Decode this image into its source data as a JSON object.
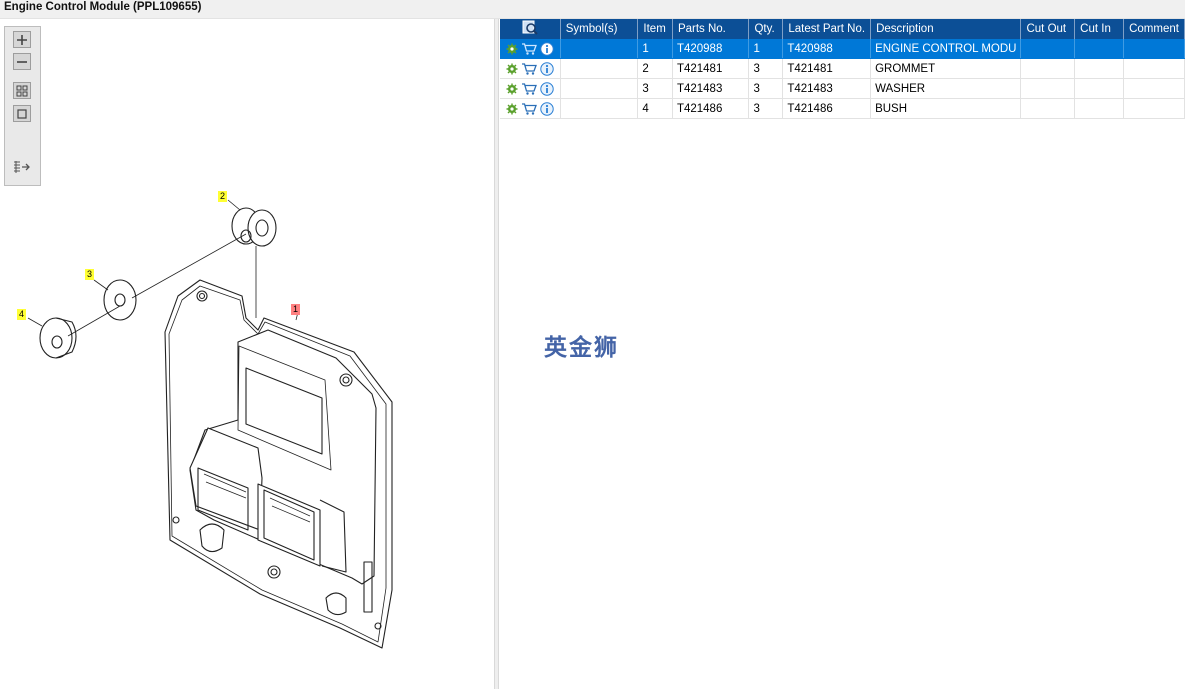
{
  "window": {
    "title": "Engine Control Module (PPL109655)"
  },
  "toolbar": {
    "buttons": [
      {
        "icon": "zoom-in-icon"
      },
      {
        "icon": "zoom-out-icon"
      },
      {
        "icon": "fit-all-icon"
      },
      {
        "icon": "actual-size-icon"
      },
      {
        "icon": "export-icon"
      }
    ]
  },
  "drawing": {
    "callouts": [
      {
        "label": "1",
        "color": "#ff8080"
      },
      {
        "label": "2",
        "color": "#ffff33"
      },
      {
        "label": "3",
        "color": "#ffff33"
      },
      {
        "label": "4",
        "color": "#ffff33"
      }
    ]
  },
  "table": {
    "headers": [
      "Symbol(s)",
      "Item",
      "Parts No.",
      "Qty.",
      "Latest Part No.",
      "Description",
      "Cut Out",
      "Cut In",
      "Comment"
    ],
    "rows": [
      {
        "item": "1",
        "part_no": "T420988",
        "qty": "1",
        "latest": "T420988",
        "description": "ENGINE CONTROL MODU",
        "cut_out": "",
        "cut_in": "",
        "comment": ""
      },
      {
        "item": "2",
        "part_no": "T421481",
        "qty": "3",
        "latest": "T421481",
        "description": "GROMMET",
        "cut_out": "",
        "cut_in": "",
        "comment": ""
      },
      {
        "item": "3",
        "part_no": "T421483",
        "qty": "3",
        "latest": "T421483",
        "description": "WASHER",
        "cut_out": "",
        "cut_in": "",
        "comment": ""
      },
      {
        "item": "4",
        "part_no": "T421486",
        "qty": "3",
        "latest": "T421486",
        "description": "BUSH",
        "cut_out": "",
        "cut_in": "",
        "comment": ""
      }
    ],
    "row_icons": [
      "gear-icon",
      "cart-icon",
      "info-icon"
    ],
    "colors": {
      "header": "#0c4f96",
      "selected": "#0078d7",
      "gear": "#5aa02c",
      "cart": "#2a6fb8",
      "info": "#2a7fd4"
    }
  },
  "watermark": {
    "text": "英金狮"
  }
}
